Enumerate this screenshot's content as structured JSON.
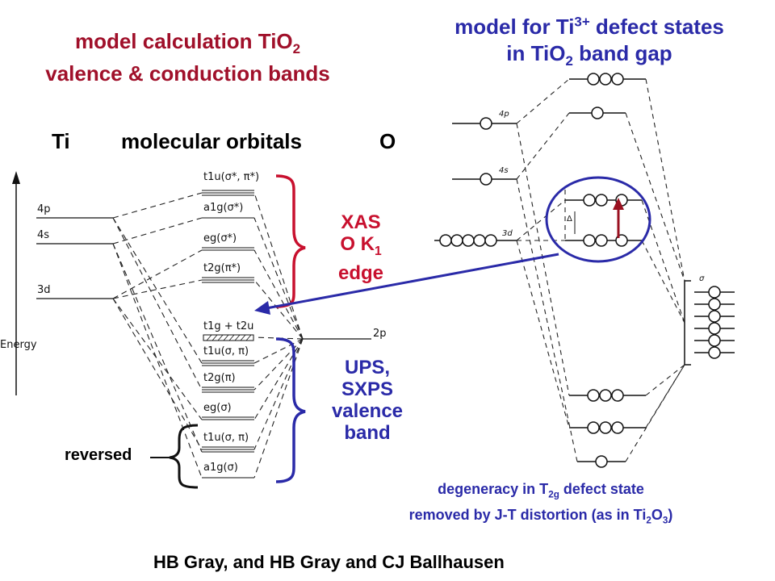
{
  "left_title": {
    "line1_a": "model calculation TiO",
    "line1_sub": "2",
    "line2": "valence & conduction bands"
  },
  "right_title": {
    "line1_a": "model for Ti",
    "line1_sup": "3+",
    "line1_b": " defect states",
    "line2_a": "in TiO",
    "line2_sub": "2",
    "line2_b": " band gap"
  },
  "headers": {
    "ti": "Ti",
    "mo": "molecular orbitals",
    "o": "O"
  },
  "atomic_levels": {
    "p4": "4p",
    "s4": "4s",
    "d3": "3d",
    "p2": "2p",
    "energy": "Energy"
  },
  "mo_labels": {
    "t1u_top": "t1u(σ*, π*)",
    "a1g_top": "a1g(σ*)",
    "eg_top": "eg(σ*)",
    "t2g_top": "t2g(π*)",
    "nonbond": "t1g + t2u",
    "t1u_mid": "t1u(σ, π)",
    "t2g_bot": "t2g(π)",
    "eg_bot": "eg(σ)",
    "t1u_bot": "t1u(σ, π)",
    "a1g_bot": "a1g(σ)"
  },
  "xas": {
    "l1": "XAS",
    "l2a": "O K",
    "l2sub": "1",
    "l3": "edge"
  },
  "ups": {
    "l1": "UPS,",
    "l2": "SXPS",
    "l3": "valence",
    "l4": "band"
  },
  "reversed": "reversed",
  "degeneracy": {
    "l1a": "degeneracy in T",
    "l1sub": "2g",
    "l1b": " defect state",
    "l2a": "removed by J-T distortion (as in Ti",
    "l2sub1": "2",
    "l2b": "O",
    "l2sub2": "3",
    "l2c": ")"
  },
  "credit": "HB Gray, and HB Gray and CJ Ballhausen",
  "right_diagram": {
    "ti4p": "4p",
    "ti4s": "4s",
    "ti3d": "3d",
    "sigma": "σ",
    "delta": "Δ"
  },
  "colors": {
    "red": "#c8102e",
    "dark_red": "#a0102a",
    "blue": "#2a2aa8",
    "arrow_red": "#9a1020"
  }
}
